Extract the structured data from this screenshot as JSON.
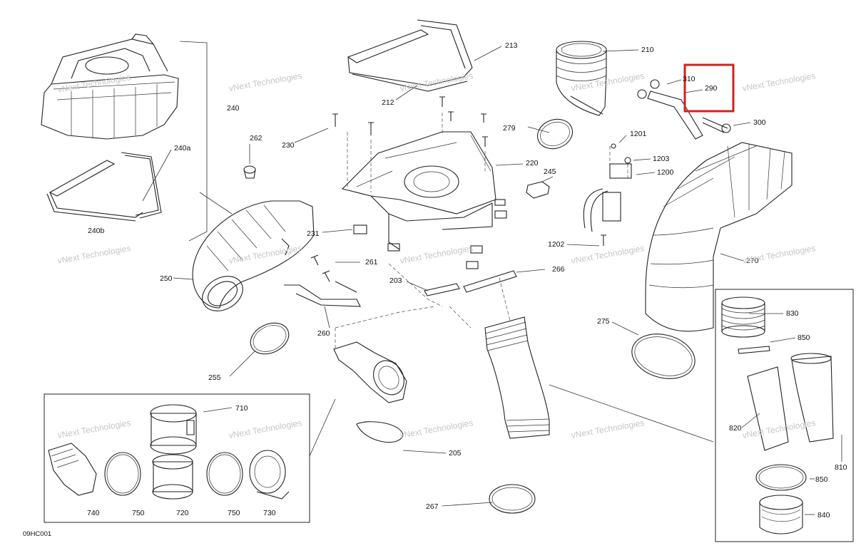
{
  "callouts": {
    "c210": "210",
    "c213": "213",
    "c212": "212",
    "c310": "310",
    "c290": "290",
    "c300": "300",
    "c240": "240",
    "c240a": "240a",
    "c240b": "240b",
    "c230": "230",
    "c262": "262",
    "c220": "220",
    "c279": "279",
    "c1201": "1201",
    "c1203": "1203",
    "c1200": "1200",
    "c245": "245",
    "c231": "231",
    "c261": "261",
    "c250": "250",
    "c1202": "1202",
    "c270": "270",
    "c266": "266",
    "c203": "203",
    "c260": "260",
    "c275": "275",
    "c255": "255",
    "c830": "830",
    "c850a": "850",
    "c710": "710",
    "c205": "205",
    "c820": "820",
    "c810": "810",
    "c850b": "850",
    "c840": "840",
    "c740": "740",
    "c750a": "750",
    "c720": "720",
    "c750b": "750",
    "c730": "730",
    "c267": "267"
  },
  "watermark": {
    "line1": "vNext Technologies",
    "line2": "vNext",
    "line3": "Technologies"
  },
  "figure_id": "09HC001",
  "highlight_color": "#d32020"
}
